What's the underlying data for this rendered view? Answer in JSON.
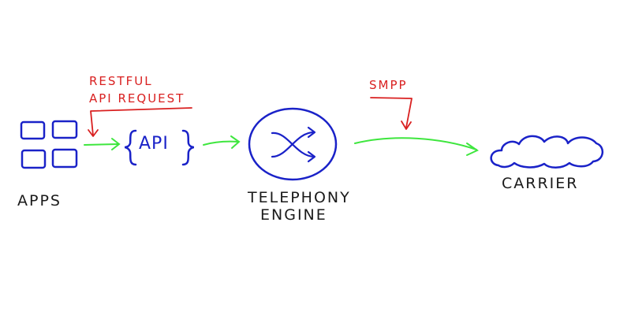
{
  "labels": {
    "apps": "APPS",
    "telephony_engine_line1": "TELEPHONY",
    "telephony_engine_line2": "ENGINE",
    "carrier": "CARRIER",
    "restful_line1": "RESTFUL",
    "restful_line2": "API REQUEST",
    "smpp": "SMPP",
    "api": "API"
  },
  "colors": {
    "ink": "#1a1a1a",
    "node_blue": "#1a22c8",
    "arrow_green": "#3ee63e",
    "annotation_red": "#d92020",
    "background": "#ffffff"
  },
  "icons": {
    "apps": "app-grid-icon",
    "api": "curly-braces-icon",
    "engine": "shuffle-icon",
    "carrier": "cloud-icon"
  }
}
